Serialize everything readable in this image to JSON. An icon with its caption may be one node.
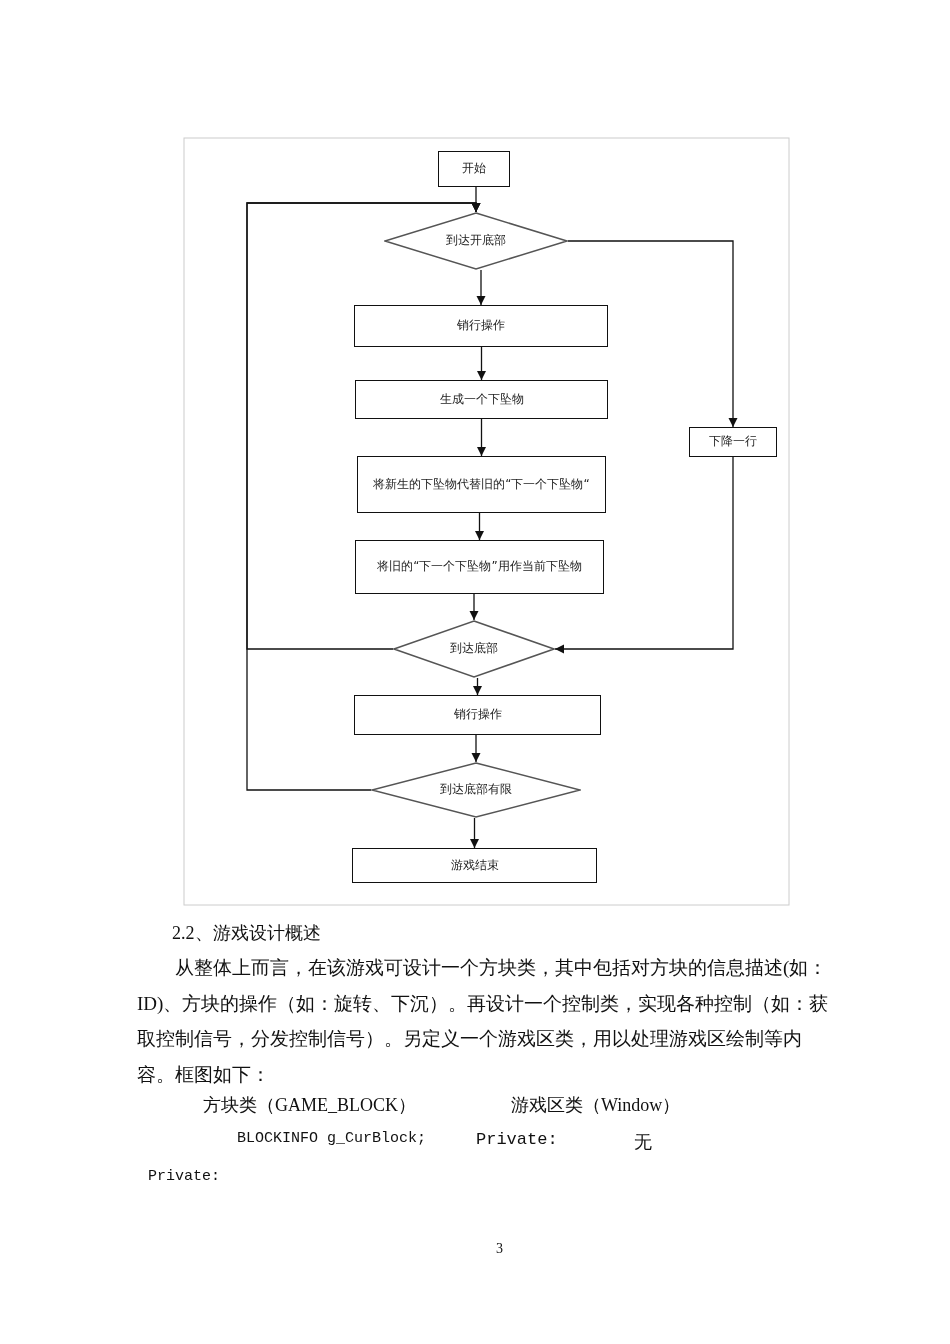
{
  "diagram": {
    "nodes": [
      {
        "text": [
          "开始"
        ]
      },
      {
        "text": [
          "到达开底部"
        ]
      },
      {
        "text": [
          "销行操作"
        ]
      },
      {
        "text": [
          "生成一个下坠物"
        ]
      },
      {
        "text": [
          "将新生的下坠物代替旧的“下一个下坠物“"
        ]
      },
      {
        "text": [
          "将旧的“下一个下坠物”用作当前下坠物"
        ]
      },
      {
        "text": [
          "下降一行"
        ]
      },
      {
        "text": [
          "到达底部"
        ]
      },
      {
        "text": [
          "销行操作"
        ]
      },
      {
        "text": [
          "到达底部有限"
        ]
      },
      {
        "text": [
          "游戏结束"
        ]
      }
    ],
    "edges": [
      {
        "from": 0,
        "to": 1,
        "arrow": "to"
      },
      {
        "from": 1,
        "to": 2,
        "arrow": "to"
      },
      {
        "from": 2,
        "to": 3,
        "arrow": "to"
      },
      {
        "from": 3,
        "to": 4,
        "arrow": "to"
      },
      {
        "from": 4,
        "to": 5,
        "arrow": "to"
      },
      {
        "from": 5,
        "to": 7,
        "arrow": "to"
      },
      {
        "from": 1,
        "to": 6,
        "arrow": "to"
      },
      {
        "from": 6,
        "to": 7,
        "arrow": "to"
      },
      {
        "from": 7,
        "to": 1,
        "arrow": "to"
      },
      {
        "from": 7,
        "to": 8,
        "arrow": "to"
      },
      {
        "from": 8,
        "to": 9,
        "arrow": "to"
      },
      {
        "from": 9,
        "to": 1,
        "arrow": "to"
      },
      {
        "from": 9,
        "to": 10,
        "arrow": "to"
      }
    ],
    "labels": [
      "2.2、游戏设计概述",
      "从整体上而言，在该游戏可设计一个方块类，其中包括对方块的信息描述(如：ID)、方块的操作（如：旋转、下沉）。再设计一个控制类，实现各种控制（如：获取控制信号，分发控制信号）。另定义一个游戏区类，用以处理游戏区绘制等内容。框图如下：",
      "方块类（GAME_BLOCK）",
      "游戏区类（Window）",
      "BLOCKINFO g_CurBlock;",
      "Private:",
      "无",
      "Private:",
      "3"
    ]
  }
}
